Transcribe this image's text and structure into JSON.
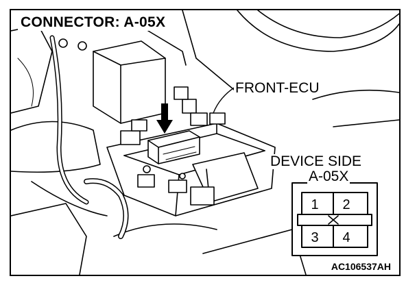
{
  "title": "CONNECTOR: A-05X",
  "callouts": {
    "front_ecu": "FRONT-ECU",
    "device_side": "DEVICE SIDE",
    "connector_id": "A-05X"
  },
  "connector_pins": [
    "1",
    "2",
    "3",
    "4"
  ],
  "reference_code": "AC106537AH"
}
